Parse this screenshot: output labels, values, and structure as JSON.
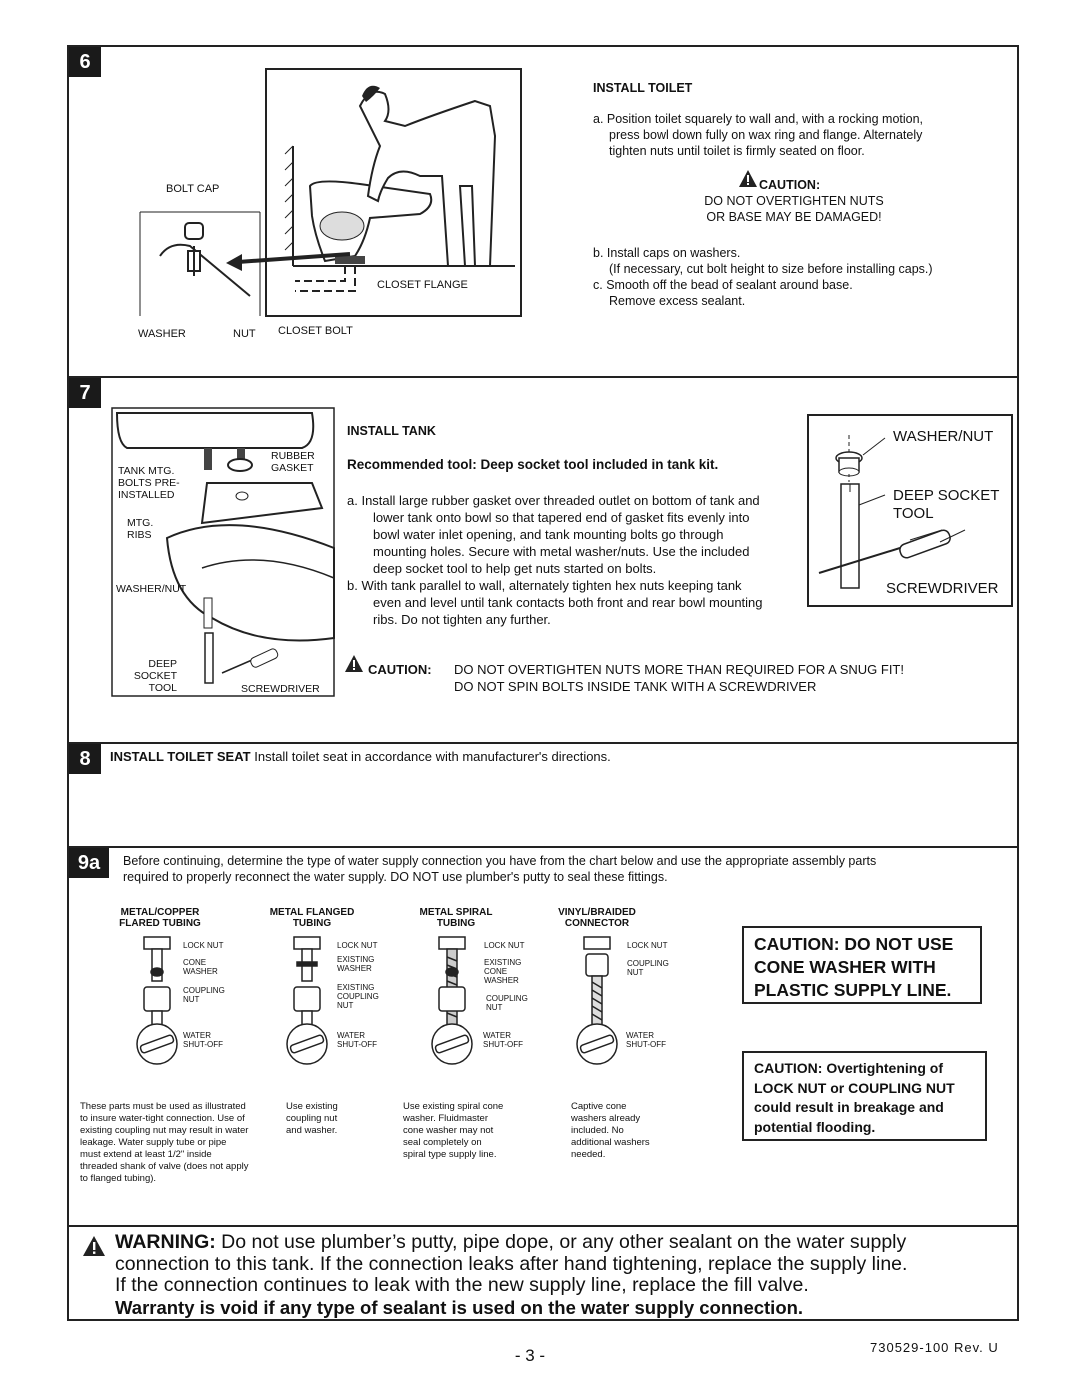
{
  "steps": {
    "s6": "6",
    "s7": "7",
    "s8": "8",
    "s9a": "9a"
  },
  "step6": {
    "fig_labels": {
      "bolt_cap": "BOLT CAP",
      "washer": "WASHER",
      "nut": "NUT",
      "closet_bolt": "CLOSET BOLT",
      "closet_flange": "CLOSET FLANGE"
    },
    "title": "INSTALL TOILET",
    "a_1": "a.  Position toilet squarely to wall and, with a rocking motion,",
    "a_2": "press bowl down fully on wax ring and flange. Alternately",
    "a_3": "tighten nuts until toilet is firmly seated on floor.",
    "caution_label": "CAUTION:",
    "caution_1": "DO NOT OVERTIGHTEN NUTS",
    "caution_2": "OR BASE MAY BE DAMAGED!",
    "b_1": "b.  Install caps on washers.",
    "b_2": "(If necessary, cut bolt height to size before installing caps.)",
    "c_1": "c.  Smooth off the bead of sealant around base.",
    "c_2": "Remove excess sealant."
  },
  "step7": {
    "fig_labels": {
      "rubber_gasket_1": "RUBBER",
      "rubber_gasket_2": "GASKET",
      "tank_mtg_1": "TANK MTG.",
      "tank_mtg_2": "BOLTS PRE-",
      "tank_mtg_3": "INSTALLED",
      "mtg_ribs_1": "MTG.",
      "mtg_ribs_2": "RIBS",
      "washer_nut": "WASHER/NUT",
      "deep_1": "DEEP",
      "deep_2": "SOCKET",
      "deep_3": "TOOL",
      "screwdriver": "SCREWDRIVER"
    },
    "title": "INSTALL TANK",
    "recommended": "Recommended tool: Deep socket tool included in tank kit.",
    "a_1": "a.  Install large rubber gasket over threaded outlet on bottom of tank and",
    "a_2": "lower tank onto bowl so that tapered end of gasket fits evenly into",
    "a_3": "bowl water inlet opening, and tank mounting bolts go through",
    "a_4": "mounting holes. Secure with metal washer/nuts. Use the included",
    "a_5": "deep socket tool to help get nuts started on bolts.",
    "b_1": "b.  With tank parallel to wall, alternately tighten hex nuts keeping tank",
    "b_2": "even and level until tank contacts both front and rear bowl mounting",
    "b_3": "ribs. Do not tighten any further.",
    "caution_label": "CAUTION:",
    "caution_1": "DO NOT OVERTIGHTEN NUTS MORE THAN REQUIRED FOR A SNUG FIT!",
    "caution_2": "DO NOT SPIN BOLTS INSIDE TANK WITH A SCREWDRIVER",
    "tool_box": {
      "washer_nut": "WASHER/NUT",
      "deep_socket": "DEEP SOCKET",
      "tool": "TOOL",
      "screwdriver": "SCREWDRIVER"
    }
  },
  "step8": {
    "title": "INSTALL TOILET SEAT",
    "text": "Install toilet seat in accordance with manufacturer's directions."
  },
  "step9a": {
    "intro_1": "Before continuing, determine the type of water supply connection you have from the chart below and use the appropriate assembly parts",
    "intro_2": "required to properly reconnect the water supply. DO NOT use plumber's putty to seal these fittings.",
    "columns": [
      {
        "h1": "METAL/COPPER",
        "h2": "FLARED TUBING",
        "labels": [
          "LOCK NUT",
          "CONE",
          "WASHER",
          "COUPLING",
          "NUT",
          "WATER",
          "SHUT-OFF"
        ],
        "note": [
          "These parts must be used as illustrated",
          "to insure water-tight connection. Use of",
          "existing coupling nut may result in water",
          "leakage. Water supply tube or pipe",
          "must extend at least 1/2\" inside",
          "threaded shank of valve (does not apply",
          "to flanged tubing)."
        ]
      },
      {
        "h1": "METAL FLANGED",
        "h2": "TUBING",
        "labels": [
          "LOCK NUT",
          "EXISTING",
          "WASHER",
          "EXISTING",
          "COUPLING",
          "NUT",
          "WATER",
          "SHUT-OFF"
        ],
        "note": [
          "Use existing",
          "coupling nut",
          "and washer."
        ]
      },
      {
        "h1": "METAL SPIRAL",
        "h2": "TUBING",
        "labels": [
          "LOCK NUT",
          "EXISTING",
          "CONE",
          "WASHER",
          "COUPLING",
          "NUT",
          "WATER",
          "SHUT-OFF"
        ],
        "note": [
          "Use existing spiral cone",
          "washer. Fluidmaster",
          "cone washer may not",
          "seal completely on",
          "spiral type supply line."
        ]
      },
      {
        "h1": "VINYL/BRAIDED",
        "h2": "CONNECTOR",
        "labels": [
          "LOCK NUT",
          "COUPLING",
          "NUT",
          "WATER",
          "SHUT-OFF"
        ],
        "note": [
          "Captive cone",
          "washers already",
          "included. No",
          "additional washers",
          "needed."
        ]
      }
    ],
    "caution_box_1": [
      "CAUTION: DO NOT USE",
      "CONE WASHER WITH",
      "PLASTIC SUPPLY LINE."
    ],
    "caution_box_2": [
      "CAUTION: Overtightening of",
      "LOCK NUT or COUPLING NUT",
      "could result in breakage and",
      "potential flooding."
    ]
  },
  "warning": {
    "label": "WARNING:",
    "l1": "Do not use plumber’s putty, pipe dope, or any other sealant on the water supply",
    "l2": "connection to this tank. If the connection leaks after hand tightening, replace the supply line.",
    "l3": "If the connection continues to leak with the new supply line, replace the fill valve.",
    "l4": "Warranty is void if any type of sealant is used on the water supply connection."
  },
  "footer": {
    "page": "- 3 -",
    "doc": "730529-100 Rev. U"
  }
}
